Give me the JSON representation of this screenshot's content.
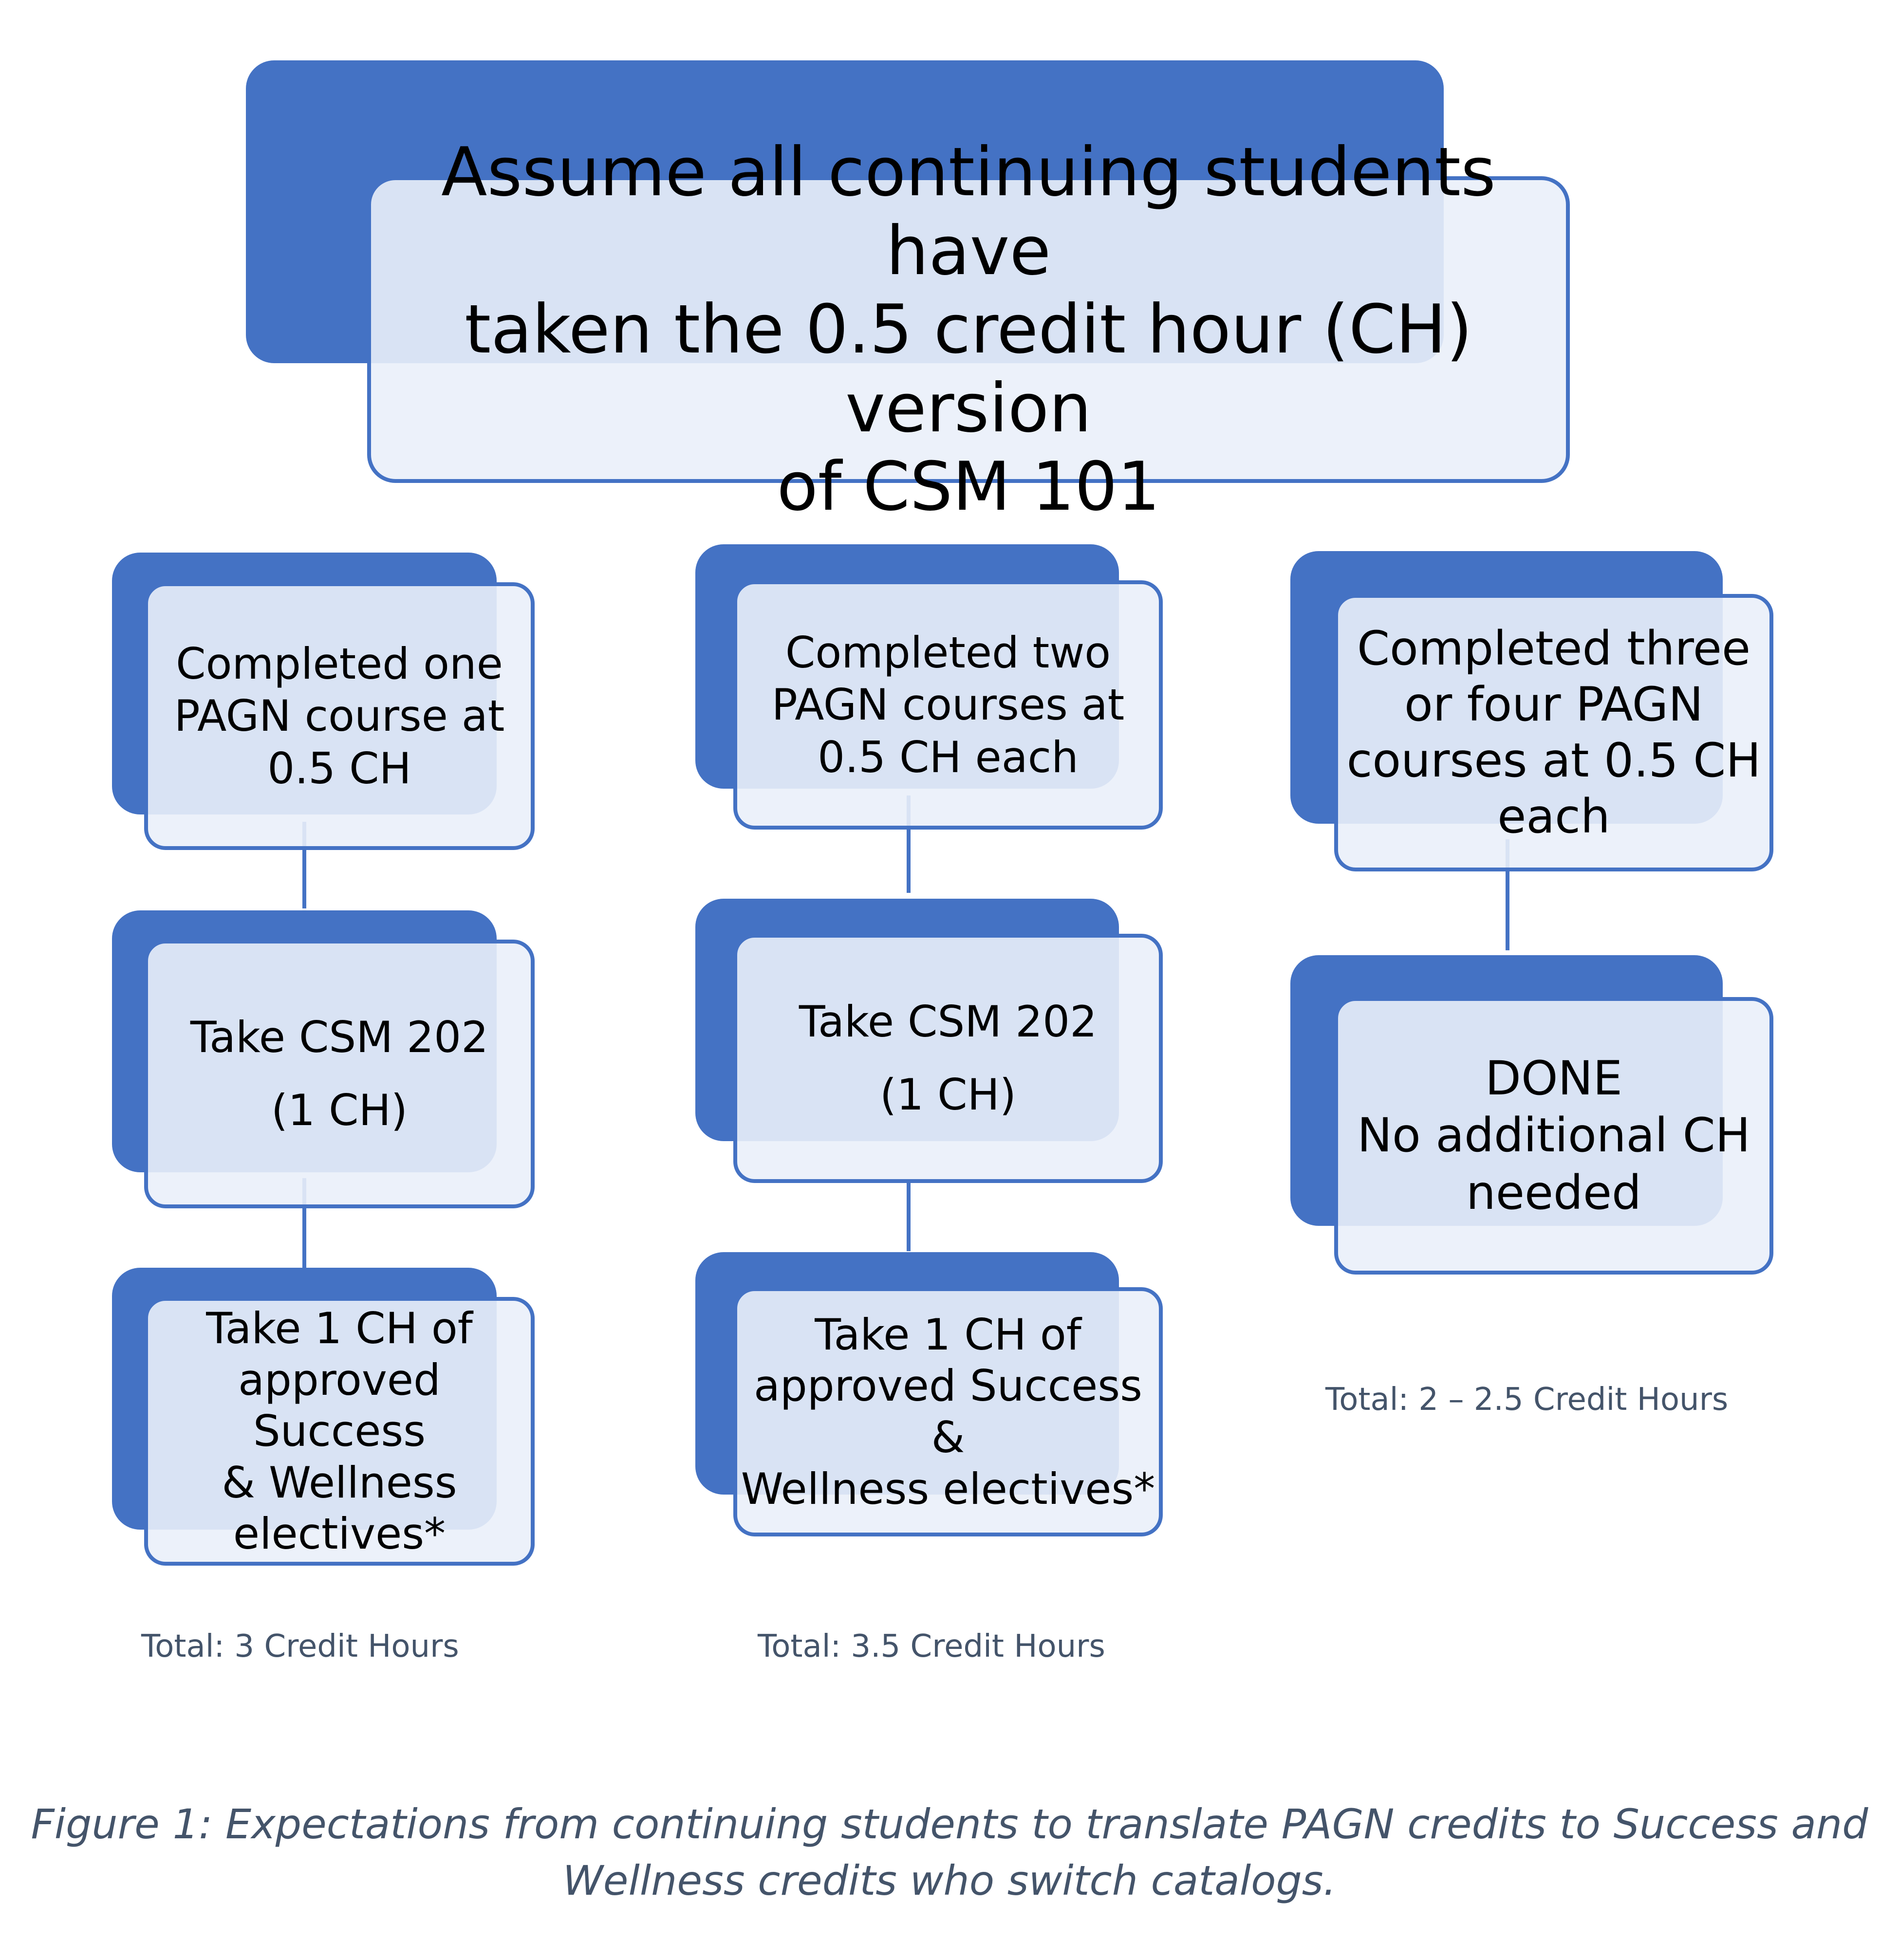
{
  "top_box": {
    "text": "Assume all continuing students have\ntaken the 0.5 credit hour (CH) version\nof CSM 101"
  },
  "columns": [
    {
      "boxes": [
        {
          "text": "Completed one\nPAGN course at\n0.5 CH"
        },
        {
          "text": "Take CSM 202\n(1 CH)"
        },
        {
          "text": "Take 1 CH of\napproved Success\n& Wellness\nelectives*"
        }
      ],
      "total": "Total: 3 Credit Hours"
    },
    {
      "boxes": [
        {
          "text": "Completed two\nPAGN courses at\n0.5 CH each"
        },
        {
          "text": "Take CSM 202\n(1 CH)"
        },
        {
          "text": "Take 1 CH of\napproved Success &\nWellness electives*"
        }
      ],
      "total": "Total: 3.5 Credit Hours"
    },
    {
      "boxes": [
        {
          "text": "Completed three\nor four PAGN\ncourses at 0.5 CH\neach"
        },
        {
          "text": "DONE\nNo additional CH\nneeded"
        }
      ],
      "total": "Total: 2 – 2.5 Credit Hours"
    }
  ],
  "caption": "Figure 1: Expectations from continuing students to translate PAGN credits to Success and\nWellness credits who switch catalogs.",
  "colors": {
    "accent": "#4472c4",
    "box_fill": "#eaeffa",
    "muted_text": "#44546a"
  }
}
